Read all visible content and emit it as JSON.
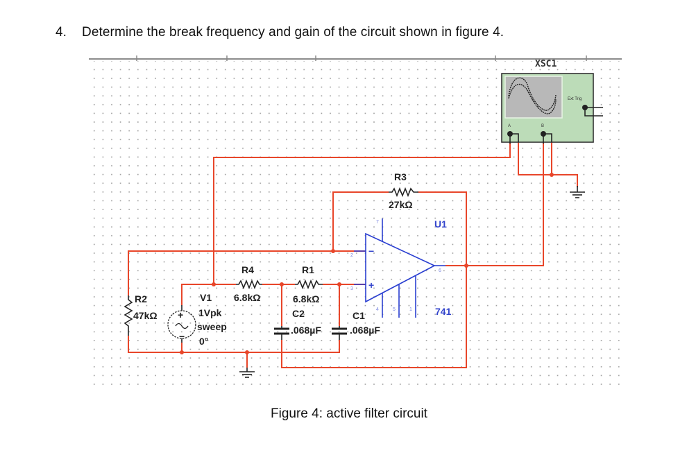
{
  "question": {
    "number": "4.",
    "text": "Determine the break frequency and gain of the circuit shown in figure 4."
  },
  "figure": {
    "caption": "Figure 4: active filter circuit",
    "colors": {
      "wire": "#e8462a",
      "component": "#222222",
      "opamp": "#2a3fd1",
      "scope_body": "#bcdcb8",
      "scope_screen": "#b8b8b8",
      "grid_dot": "#9a9a9a"
    },
    "components": {
      "R1": {
        "name": "R1",
        "value": "6.8kΩ"
      },
      "R2": {
        "name": "R2",
        "value": "47kΩ"
      },
      "R3": {
        "name": "R3",
        "value": "27kΩ"
      },
      "R4": {
        "name": "R4",
        "value": "6.8kΩ"
      },
      "C1": {
        "name": "C1",
        "value": ".068µF"
      },
      "C2": {
        "name": "C2",
        "value": ".068µF"
      },
      "V1": {
        "name": "V1",
        "amplitude": "1Vpk",
        "mode": "sweep",
        "phase": "0°"
      },
      "U1": {
        "name": "U1",
        "part": "741",
        "plus": "+",
        "minus": "−",
        "pins": {
          "inv": "2",
          "noninv": "3",
          "out": "6",
          "vpos": "7",
          "vneg": "4",
          "nc1": "5",
          "nc2": "1"
        }
      },
      "XSC1": {
        "name": "XSC1",
        "ext_trig": "Ext Trig",
        "ch_a": "A",
        "ch_b": "B"
      }
    }
  }
}
